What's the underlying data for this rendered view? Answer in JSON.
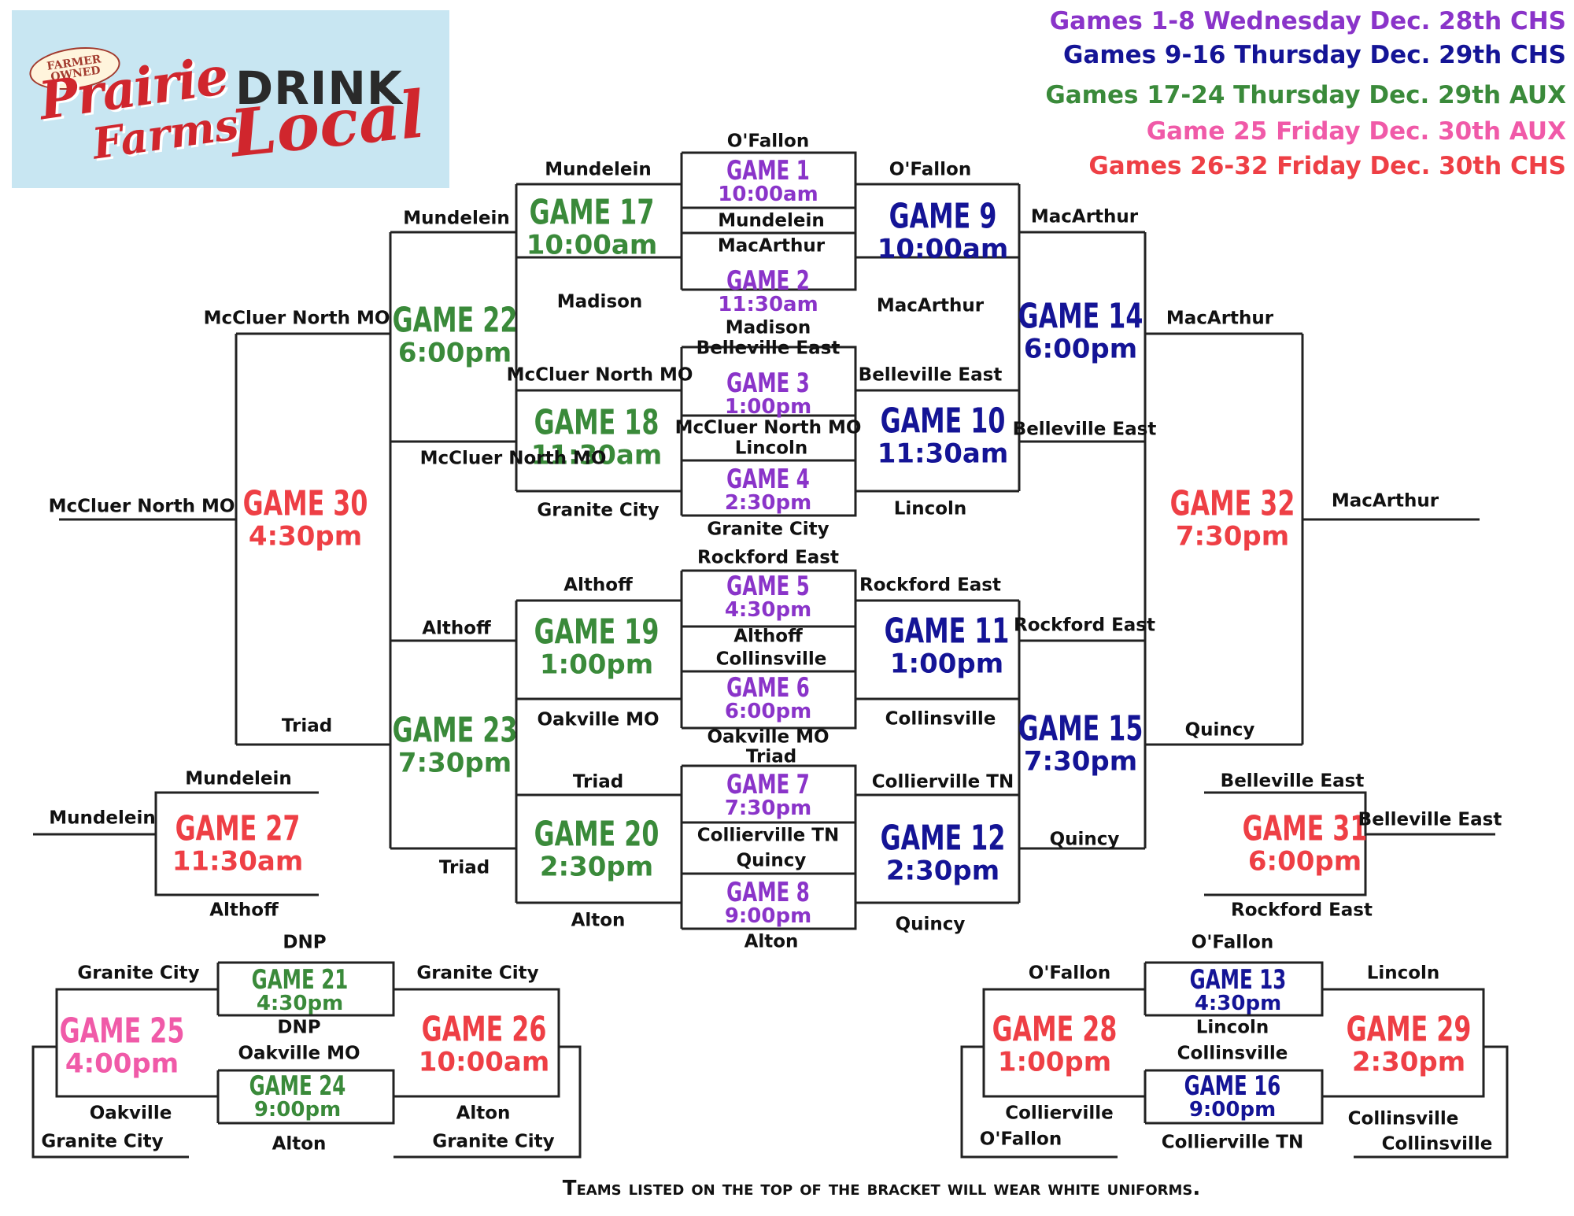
{
  "logo": {
    "farmer_owned": "FARMER OWNED",
    "prairie": "Prairie",
    "farms": "Farms",
    "drink": "DRINK",
    "local": "Local"
  },
  "schedule": [
    {
      "text": "Games 1-8 Wednesday Dec. 28th CHS",
      "color": "#8a34c9"
    },
    {
      "text": "Games 9-16 Thursday Dec. 29th CHS",
      "color": "#141496"
    },
    {
      "text": "Games 17-24 Thursday  Dec. 29th AUX",
      "color": "#3a8a3a"
    },
    {
      "text": "Game 25 Friday Dec. 30th AUX",
      "color": "#f05aa8"
    },
    {
      "text": "Games 26-32 Friday  Dec. 30th CHS",
      "color": "#ee3f45"
    }
  ],
  "games": {
    "g1": {
      "name": "GAME 1",
      "time": "10:00am"
    },
    "g2": {
      "name": "GAME 2",
      "time": "11:30am"
    },
    "g3": {
      "name": "GAME 3",
      "time": "1:00pm"
    },
    "g4": {
      "name": "GAME 4",
      "time": "2:30pm"
    },
    "g5": {
      "name": "GAME 5",
      "time": "4:30pm"
    },
    "g6": {
      "name": "GAME 6",
      "time": "6:00pm"
    },
    "g7": {
      "name": "GAME 7",
      "time": "7:30pm"
    },
    "g8": {
      "name": "GAME 8",
      "time": "9:00pm"
    },
    "g9": {
      "name": "GAME 9",
      "time": "10:00am"
    },
    "g10": {
      "name": "GAME 10",
      "time": "11:30am"
    },
    "g11": {
      "name": "GAME 11",
      "time": "1:00pm"
    },
    "g12": {
      "name": "GAME 12",
      "time": "2:30pm"
    },
    "g13": {
      "name": "GAME 13",
      "time": "4:30pm"
    },
    "g14": {
      "name": "GAME 14",
      "time": "6:00pm"
    },
    "g15": {
      "name": "GAME 15",
      "time": "7:30pm"
    },
    "g16": {
      "name": "GAME 16",
      "time": "9:00pm"
    },
    "g17": {
      "name": "GAME 17",
      "time": "10:00am"
    },
    "g18": {
      "name": "GAME 18",
      "time": "11:30am"
    },
    "g19": {
      "name": "GAME 19",
      "time": "1:00pm"
    },
    "g20": {
      "name": "GAME 20",
      "time": "2:30pm"
    },
    "g21": {
      "name": "GAME 21",
      "time": "4:30pm"
    },
    "g22": {
      "name": "GAME 22",
      "time": "6:00pm"
    },
    "g23": {
      "name": "GAME 23",
      "time": "7:30pm"
    },
    "g24": {
      "name": "GAME 24",
      "time": "9:00pm"
    },
    "g25": {
      "name": "GAME 25",
      "time": "4:00pm"
    },
    "g26": {
      "name": "GAME 26",
      "time": "10:00am"
    },
    "g27": {
      "name": "GAME 27",
      "time": "11:30am"
    },
    "g28": {
      "name": "GAME 28",
      "time": "1:00pm"
    },
    "g29": {
      "name": "GAME 29",
      "time": "2:30pm"
    },
    "g30": {
      "name": "GAME 30",
      "time": "4:30pm"
    },
    "g31": {
      "name": "GAME 31",
      "time": "6:00pm"
    },
    "g32": {
      "name": "GAME 32",
      "time": "7:30pm"
    }
  },
  "teams": {
    "t01": "O'Fallon",
    "t02": "Mundelein",
    "t03": "MacArthur",
    "t04": "Madison",
    "t05": "Belleville East",
    "t06": "McCluer North MO",
    "t07": "Lincoln",
    "t08": "Granite City",
    "t09": "Rockford East",
    "t10": "Althoff",
    "t11": "Collinsville",
    "t12": "Oakville MO",
    "t13": "Triad",
    "t14": "Collierville TN",
    "t15": "Quincy",
    "t16": "Alton",
    "t17": "Mundelein",
    "t18": "Madison",
    "t19": "McCluer North MO",
    "t20": "Granite City",
    "t21": "Althoff",
    "t22": "Oakville MO",
    "t23": "Triad",
    "t24": "Alton",
    "t25": "O'Fallon",
    "t26": "MacArthur",
    "t27": "Belleville East",
    "t28": "Lincoln",
    "t29": "Rockford East",
    "t30": "Collinsville",
    "t31": "Collierville TN",
    "t32": "Quincy",
    "t33": "Mundelein",
    "t34": "McCluer North MO",
    "t35": "Althoff",
    "t36": "Triad",
    "t37": "MacArthur",
    "t38": "Belleville East",
    "t39": "Rockford East",
    "t40": "Quincy",
    "t41": "McCluer North MO",
    "t42": "Triad",
    "t43": "MacArthur",
    "t44": "Quincy",
    "t45": "McCluer North MO",
    "t46": "MacArthur",
    "t47": "Mundelein",
    "t48": "Althoff",
    "t49": "Mundelein",
    "t50": "Belleville East",
    "t51": "Rockford East",
    "t52": "Belleville East",
    "t53": "DNP",
    "t54": "DNP",
    "t55": "Oakville MO",
    "t56": "Alton",
    "t57": "Granite City",
    "t58": "Oakville",
    "t59": "Granite City",
    "t60": "Alton",
    "t61": "Granite City",
    "t62": "Granite City",
    "t63": "O'Fallon",
    "t64": "Lincoln",
    "t65": "Collinsville",
    "t66": "Collierville TN",
    "t67": "O'Fallon",
    "t68": "Collierville",
    "t69": "O'Fallon",
    "t70": "Lincoln",
    "t71": "Collinsville",
    "t72": "Collinsville"
  },
  "footnote": "Teams listed on the top of the bracket will wear white uniforms."
}
